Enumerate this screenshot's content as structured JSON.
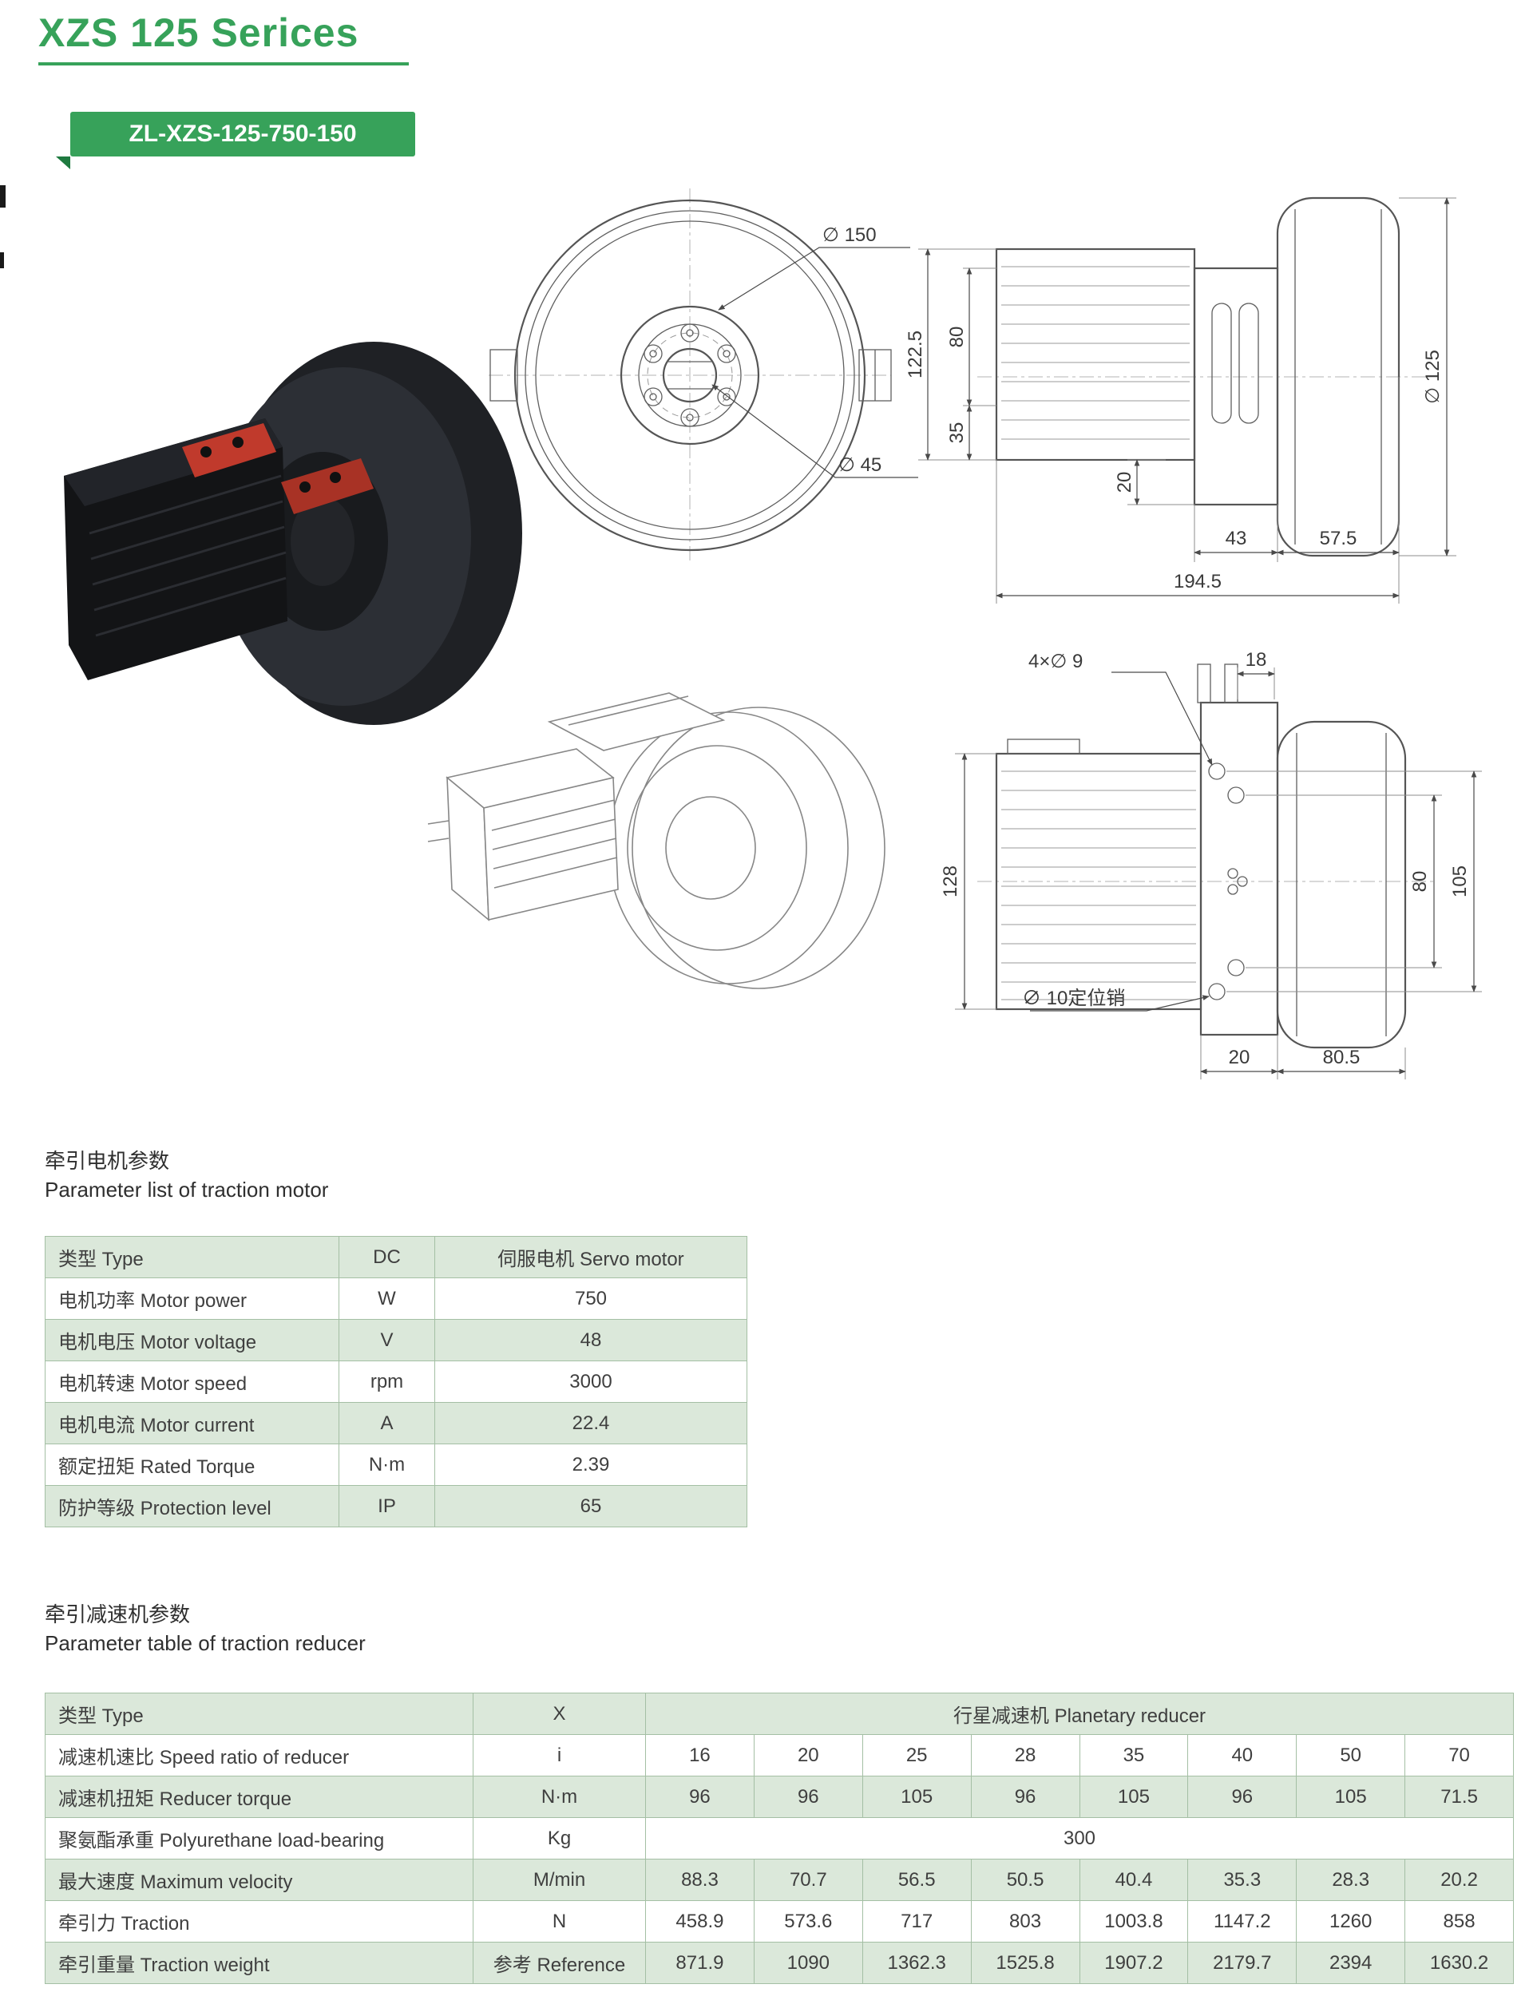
{
  "header": {
    "title": "XZS 125 Serices",
    "model": "ZL-XZS-125-750-150"
  },
  "drawings": {
    "front_view": {
      "dia_150": "∅ 150",
      "dia_45": "∅ 45"
    },
    "side_view": {
      "h_122_5": "122.5",
      "h_80": "80",
      "h_35": "35",
      "w_20": "20",
      "w_43": "43",
      "w_57_5": "57.5",
      "w_194_5": "194.5",
      "dia_125": "∅ 125"
    },
    "rear_view": {
      "holes": "4×∅ 9",
      "w_18": "18",
      "h_128": "128",
      "h_80": "80",
      "h_105": "105",
      "pin": "∅ 10定位销",
      "w_20": "20",
      "w_80_5": "80.5"
    }
  },
  "motor_table": {
    "title_cn": "牵引电机参数",
    "title_en": "Parameter list of traction motor",
    "rows": [
      {
        "label": "类型 Type",
        "unit": "DC",
        "value": "伺服电机 Servo motor"
      },
      {
        "label": "电机功率 Motor power",
        "unit": "W",
        "value": "750"
      },
      {
        "label": "电机电压 Motor voltage",
        "unit": "V",
        "value": "48"
      },
      {
        "label": "电机转速 Motor speed",
        "unit": "rpm",
        "value": "3000"
      },
      {
        "label": "电机电流 Motor current",
        "unit": "A",
        "value": "22.4"
      },
      {
        "label": "额定扭矩 Rated Torque",
        "unit": "N·m",
        "value": "2.39"
      },
      {
        "label": "防护等级 Protection level",
        "unit": "IP",
        "value": "65"
      }
    ]
  },
  "reducer_table": {
    "title_cn": "牵引减速机参数",
    "title_en": "Parameter table of traction reducer",
    "rows": [
      {
        "label": "类型 Type",
        "unit": "X",
        "span": "行星减速机 Planetary reducer"
      },
      {
        "label": "减速机速比 Speed ratio of reducer",
        "unit": "i",
        "values": [
          "16",
          "20",
          "25",
          "28",
          "35",
          "40",
          "50",
          "70"
        ]
      },
      {
        "label": "减速机扭矩 Reducer torque",
        "unit": "N·m",
        "values": [
          "96",
          "96",
          "105",
          "96",
          "105",
          "96",
          "105",
          "71.5"
        ]
      },
      {
        "label": "聚氨酯承重 Polyurethane load-bearing",
        "unit": "Kg",
        "span": "300"
      },
      {
        "label": "最大速度 Maximum velocity",
        "unit": "M/min",
        "values": [
          "88.3",
          "70.7",
          "56.5",
          "50.5",
          "40.4",
          "35.3",
          "28.3",
          "20.2"
        ]
      },
      {
        "label": "牵引力 Traction",
        "unit": "N",
        "values": [
          "458.9",
          "573.6",
          "717",
          "803",
          "1003.8",
          "1147.2",
          "1260",
          "858"
        ]
      },
      {
        "label": "牵引重量 Traction weight",
        "unit": "参考 Reference",
        "values": [
          "871.9",
          "1090",
          "1362.3",
          "1525.8",
          "1907.2",
          "2179.7",
          "2394",
          "1630.2"
        ]
      }
    ]
  }
}
